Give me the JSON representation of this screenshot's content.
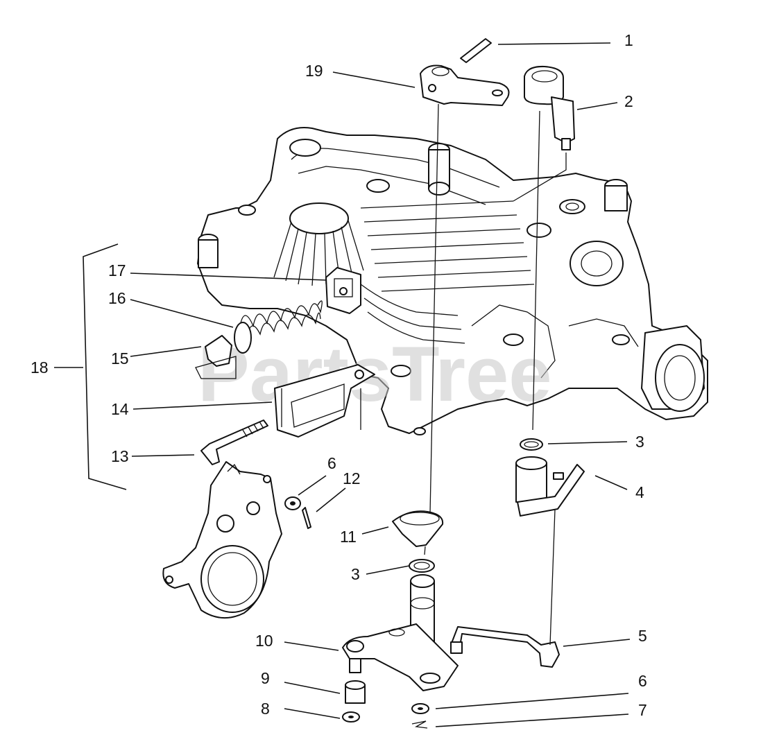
{
  "watermark": "PartsTree",
  "callouts": [
    {
      "id": "1",
      "label": "1"
    },
    {
      "id": "2",
      "label": "2"
    },
    {
      "id": "3a",
      "label": "3"
    },
    {
      "id": "4",
      "label": "4"
    },
    {
      "id": "5",
      "label": "5"
    },
    {
      "id": "6a",
      "label": "6"
    },
    {
      "id": "7",
      "label": "7"
    },
    {
      "id": "19",
      "label": "19"
    },
    {
      "id": "17",
      "label": "17"
    },
    {
      "id": "16",
      "label": "16"
    },
    {
      "id": "15",
      "label": "15"
    },
    {
      "id": "18",
      "label": "18"
    },
    {
      "id": "14",
      "label": "14"
    },
    {
      "id": "13",
      "label": "13"
    },
    {
      "id": "6b",
      "label": "6"
    },
    {
      "id": "12",
      "label": "12"
    },
    {
      "id": "11",
      "label": "11"
    },
    {
      "id": "3b",
      "label": "3"
    },
    {
      "id": "10",
      "label": "10"
    },
    {
      "id": "9",
      "label": "9"
    },
    {
      "id": "8",
      "label": "8"
    }
  ]
}
